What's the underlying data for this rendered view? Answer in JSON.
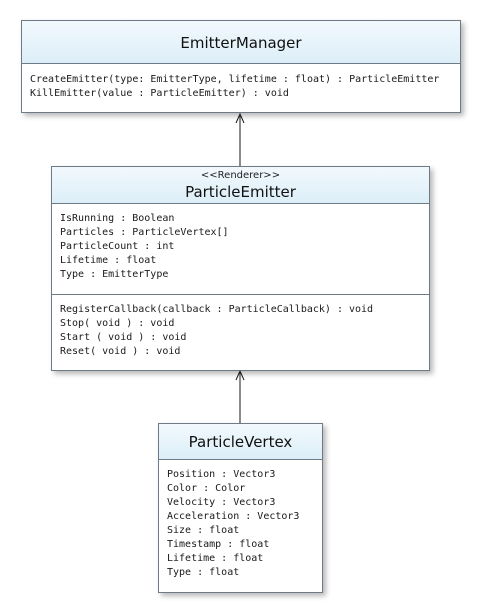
{
  "classes": {
    "emitter_manager": {
      "name": "EmitterManager",
      "attributes": [],
      "operations": [
        "CreateEmitter(type: EmitterType, lifetime : float) : ParticleEmitter",
        "KillEmitter(value : ParticleEmitter) : void"
      ]
    },
    "particle_emitter": {
      "stereotype": "<<Renderer>>",
      "name": "ParticleEmitter",
      "attributes": [
        "IsRunning : Boolean",
        "Particles : ParticleVertex[]",
        "ParticleCount : int",
        "Lifetime : float",
        "Type : EmitterType"
      ],
      "operations": [
        "RegisterCallback(callback : ParticleCallback) : void",
        "Stop( void ) : void",
        "Start ( void ) : void",
        "Reset( void ) : void"
      ]
    },
    "particle_vertex": {
      "name": "ParticleVertex",
      "attributes": [
        "Position : Vector3",
        "Color : Color",
        "Velocity : Vector3",
        "Acceleration : Vector3",
        "Size : float",
        "Timestamp : float",
        "Lifetime : float",
        "Type : float"
      ]
    }
  },
  "relationships": [
    {
      "from": "ParticleEmitter",
      "to": "EmitterManager",
      "type": "association-arrow"
    },
    {
      "from": "ParticleVertex",
      "to": "ParticleEmitter",
      "type": "association-arrow"
    }
  ],
  "colors": {
    "header_top": "#f2f9fd",
    "header_bottom": "#dceef8",
    "border": "#6e7a86",
    "line": "#1a1a1a"
  }
}
